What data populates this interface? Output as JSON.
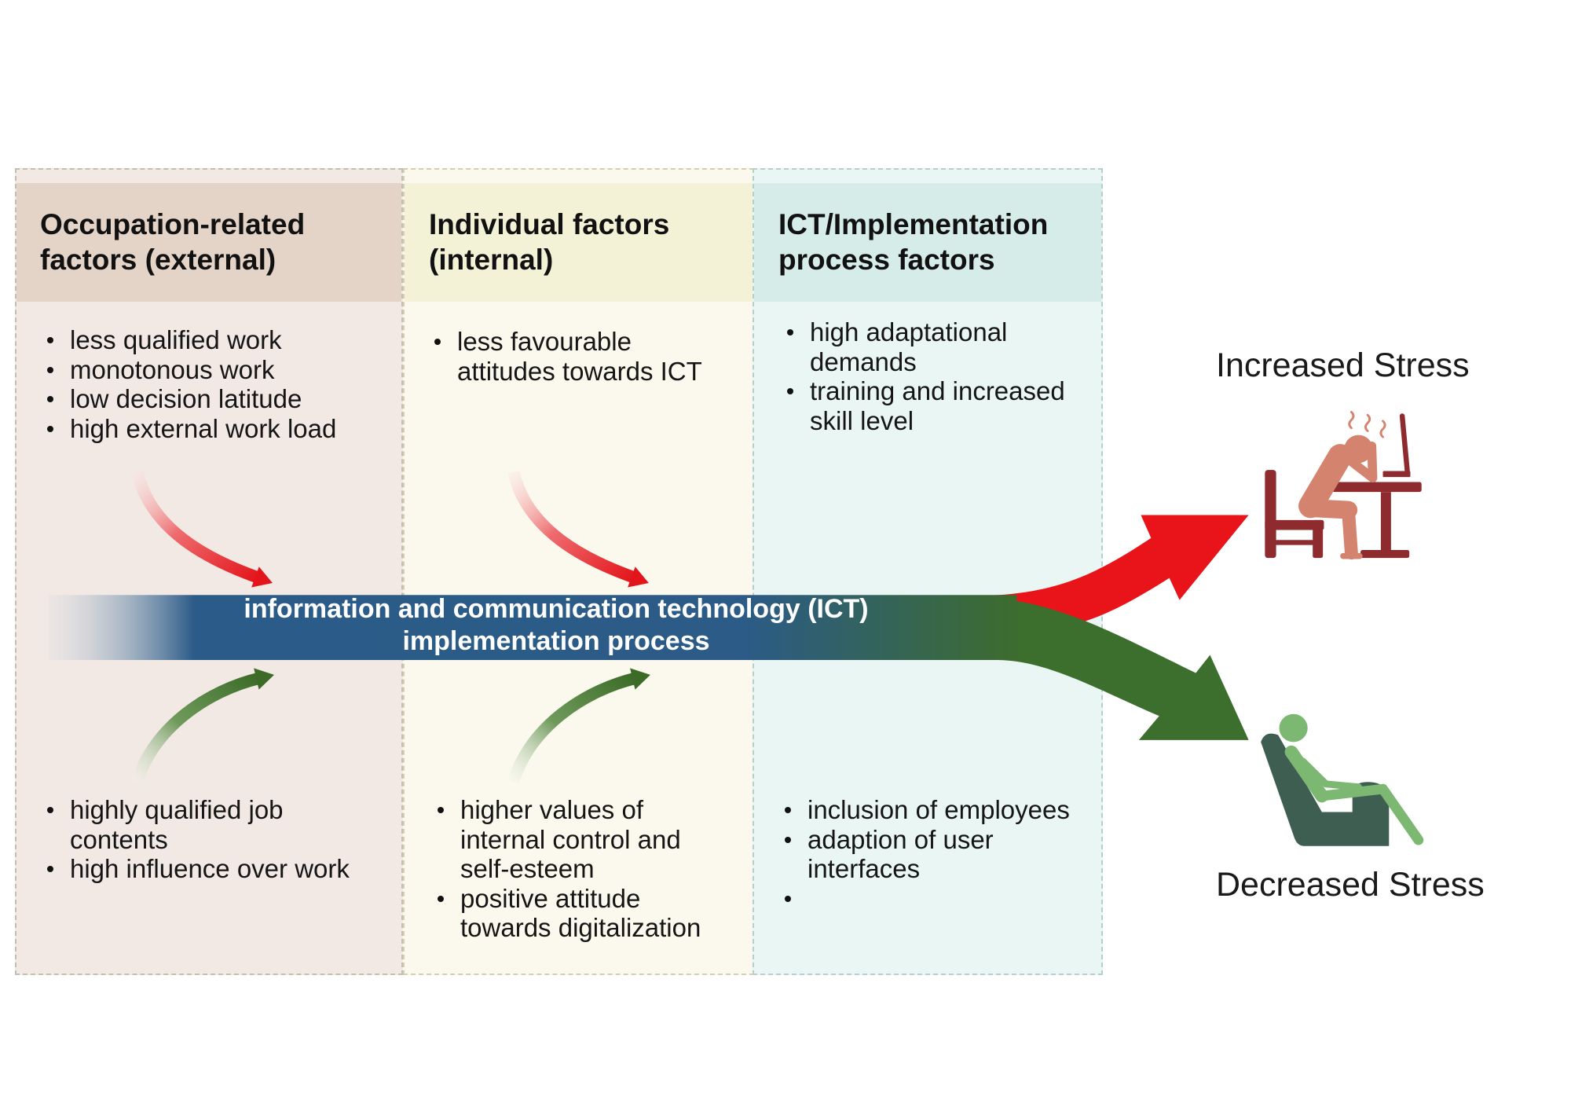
{
  "columns": [
    {
      "header": "Occupation-related factors (external)",
      "upper_bullets": [
        "less qualified work",
        "monotonous work",
        "low decision latitude",
        "high external work load"
      ],
      "lower_bullets": [
        "highly qualified job contents",
        "high influence over work"
      ]
    },
    {
      "header": "Individual factors (internal)",
      "upper_bullets": [
        "less favourable attitudes towards ICT"
      ],
      "lower_bullets": [
        "higher values of internal control and self-esteem",
        "positive attitude towards digitalization"
      ]
    },
    {
      "header": "ICT/Implementation process factors",
      "upper_bullets": [
        "high adaptational demands",
        "training and increased skill level"
      ],
      "lower_bullets": [
        "inclusion of employees",
        "adaption of user interfaces",
        ""
      ]
    }
  ],
  "process": {
    "label": "information and communication technology (ICT) implementation process"
  },
  "outcomes": {
    "increased": "Increased Stress",
    "decreased": "Decreased Stress"
  },
  "icons": {
    "increased": "stressed-worker-icon",
    "decreased": "relaxed-person-icon"
  },
  "colors": {
    "increase_arrow": "#e8141a",
    "decrease_arrow": "#3c6e2d",
    "process_band": "#2b5b88",
    "column_1_header": "#e4d4c8",
    "column_2_header": "#f3f2d7",
    "column_3_header": "#d5ece8"
  }
}
